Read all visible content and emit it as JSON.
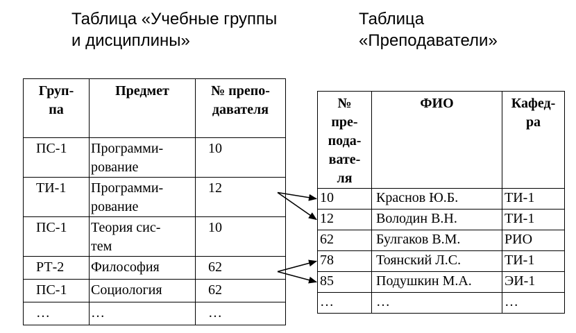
{
  "captions": {
    "groups_table": "Таблица «Учебные группы\nи дисциплины»",
    "teachers_table": "Таблица\n«Преподаватели»"
  },
  "groups_table": {
    "headers": [
      "Груп-\nпа",
      "Предмет",
      "№ препо-\nдавателя"
    ],
    "rows": [
      [
        "ПС-1",
        "Программи-\nрование",
        "10"
      ],
      [
        "ТИ-1",
        "Программи-\nрование",
        "12"
      ],
      [
        "ПС-1",
        "Теория сис-\nтем",
        "10"
      ],
      [
        "РТ-2",
        "Философия",
        "62"
      ],
      [
        "ПС-1",
        "Социология",
        "62"
      ],
      [
        "…",
        "…",
        "…"
      ]
    ]
  },
  "teachers_table": {
    "headers": [
      "№\nпре-\nпода-\nвате-\nля",
      "ФИО",
      "Кафед-\nра"
    ],
    "rows": [
      [
        "10",
        "Краснов Ю.Б.",
        "ТИ-1"
      ],
      [
        "12",
        "Володин В.Н.",
        "ТИ-1"
      ],
      [
        "62",
        "Булгаков В.М.",
        "РИО"
      ],
      [
        "78",
        "Тоянский Л.С.",
        "ТИ-1"
      ],
      [
        "85",
        "Подушкин М.А.",
        "ЭИ-1"
      ],
      [
        "…",
        "…",
        "…"
      ]
    ]
  },
  "links": [
    {
      "from_groups_row": 1,
      "to_teachers_row": 0
    },
    {
      "from_groups_row": 1,
      "to_teachers_row": 1
    },
    {
      "from_groups_row": 3,
      "to_teachers_row": 3
    },
    {
      "from_groups_row": 3,
      "to_teachers_row": 4
    }
  ]
}
